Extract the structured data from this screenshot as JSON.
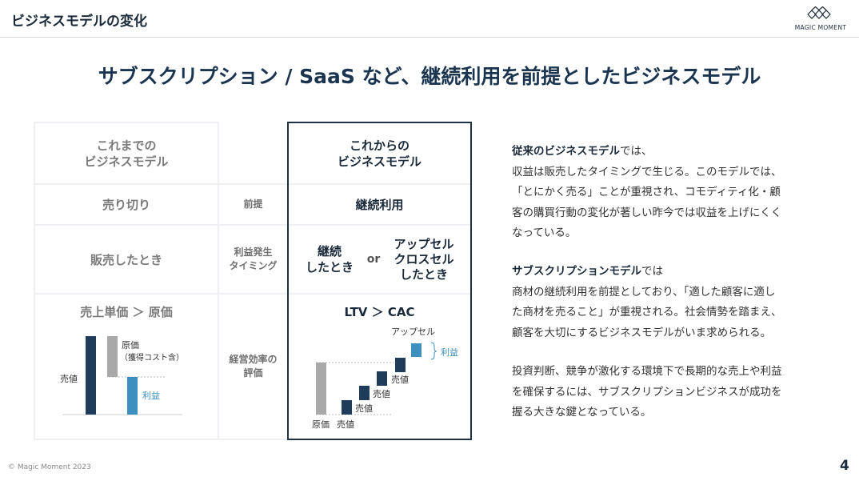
{
  "header": {
    "title": "ビジネスモデルの変化",
    "logo_text": "MAGIC MOMENT"
  },
  "main_title": "サブスクリプション / SaaS など、継続利用を前提としたビジネスモデル",
  "table": {
    "old_header": [
      "これまでの",
      "ビジネスモデル"
    ],
    "new_header": [
      "これからの",
      "ビジネスモデル"
    ],
    "rows": [
      {
        "label": "前提",
        "old": "売り切り",
        "new": "継続利用"
      },
      {
        "label": [
          "利益発生",
          "タイミング"
        ],
        "old": "販売したとき",
        "new_left": [
          "継続",
          "したとき"
        ],
        "new_or": "or",
        "new_right": [
          "アップセル",
          "クロスセル",
          "したとき"
        ]
      },
      {
        "label": [
          "経営効率の",
          "評価"
        ],
        "old": "売上単価 ＞ 原価",
        "new": "LTV ＞ CAC"
      }
    ],
    "old_chart": {
      "sales": "売値",
      "cost_line1": "原価",
      "cost_line2": "（獲得コスト含）",
      "profit": "利益",
      "colors": {
        "sales": "#1f3d5a",
        "cost": "#a9a9a9",
        "profit": "#3d8fc0"
      }
    },
    "new_chart": {
      "cost": "原価",
      "sales": "売値",
      "upsell": "アップセル",
      "profit": "利益",
      "colors": {
        "sales": "#1f3d5a",
        "cost": "#a9a9a9",
        "upsell": "#3d8fc0"
      }
    }
  },
  "description": {
    "p1_bold": "従来のビジネスモデル",
    "p1_rest_first": "では、",
    "p1_lines": [
      "収益は販売したタイミングで生じる。このモデルでは、",
      "「とにかく売る」ことが重視され、コモディティ化・顧",
      "客の購買行動の変化が著しい昨今では収益を上げにくく",
      "なっている。"
    ],
    "p2_bold": "サブスクリプションモデル",
    "p2_rest_first": "では",
    "p2_lines": [
      "商材の継続利用を前提としており、「適した顧客に適し",
      "た商材を売ること」が重視される。社会情勢を踏まえ、",
      "顧客を大切にするビジネスモデルがいま求められる。"
    ],
    "p3_lines": [
      "投資判断、競争が激化する環境下で長期的な売上や利益",
      "を確保するには、サブスクリプションビジネスが成功を",
      "握る大きな鍵となっている。"
    ]
  },
  "footer": {
    "copyright": "© Magic Moment 2023",
    "page": "4"
  }
}
